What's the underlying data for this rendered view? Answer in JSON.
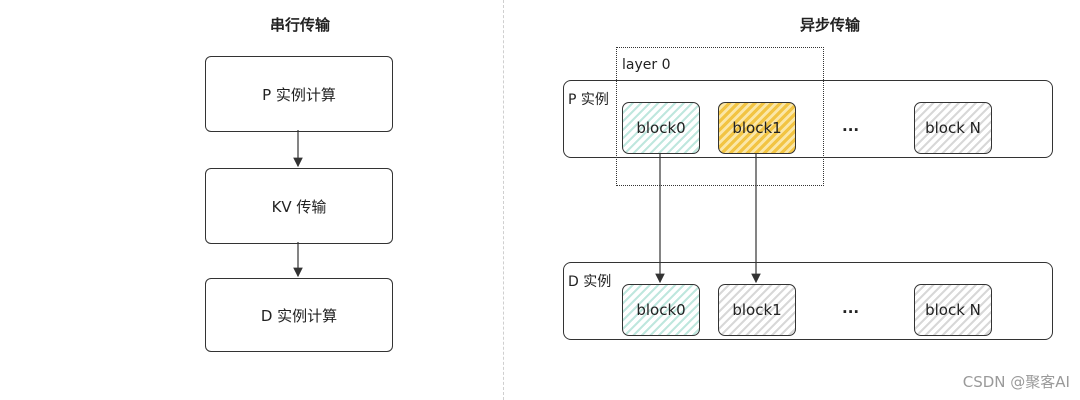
{
  "left": {
    "title": "串行传输",
    "steps": [
      "P 实例计算",
      "KV 传输",
      "D 实例计算"
    ]
  },
  "right": {
    "title": "异步传输",
    "layer_label": "layer 0",
    "p_panel": {
      "label": "P 实例",
      "blocks": [
        "block0",
        "block1",
        "block N"
      ],
      "ellipsis": "..."
    },
    "d_panel": {
      "label": "D 实例",
      "blocks": [
        "block0",
        "block1",
        "block N"
      ],
      "ellipsis": "..."
    }
  },
  "watermark": "CSDN @聚客AI"
}
